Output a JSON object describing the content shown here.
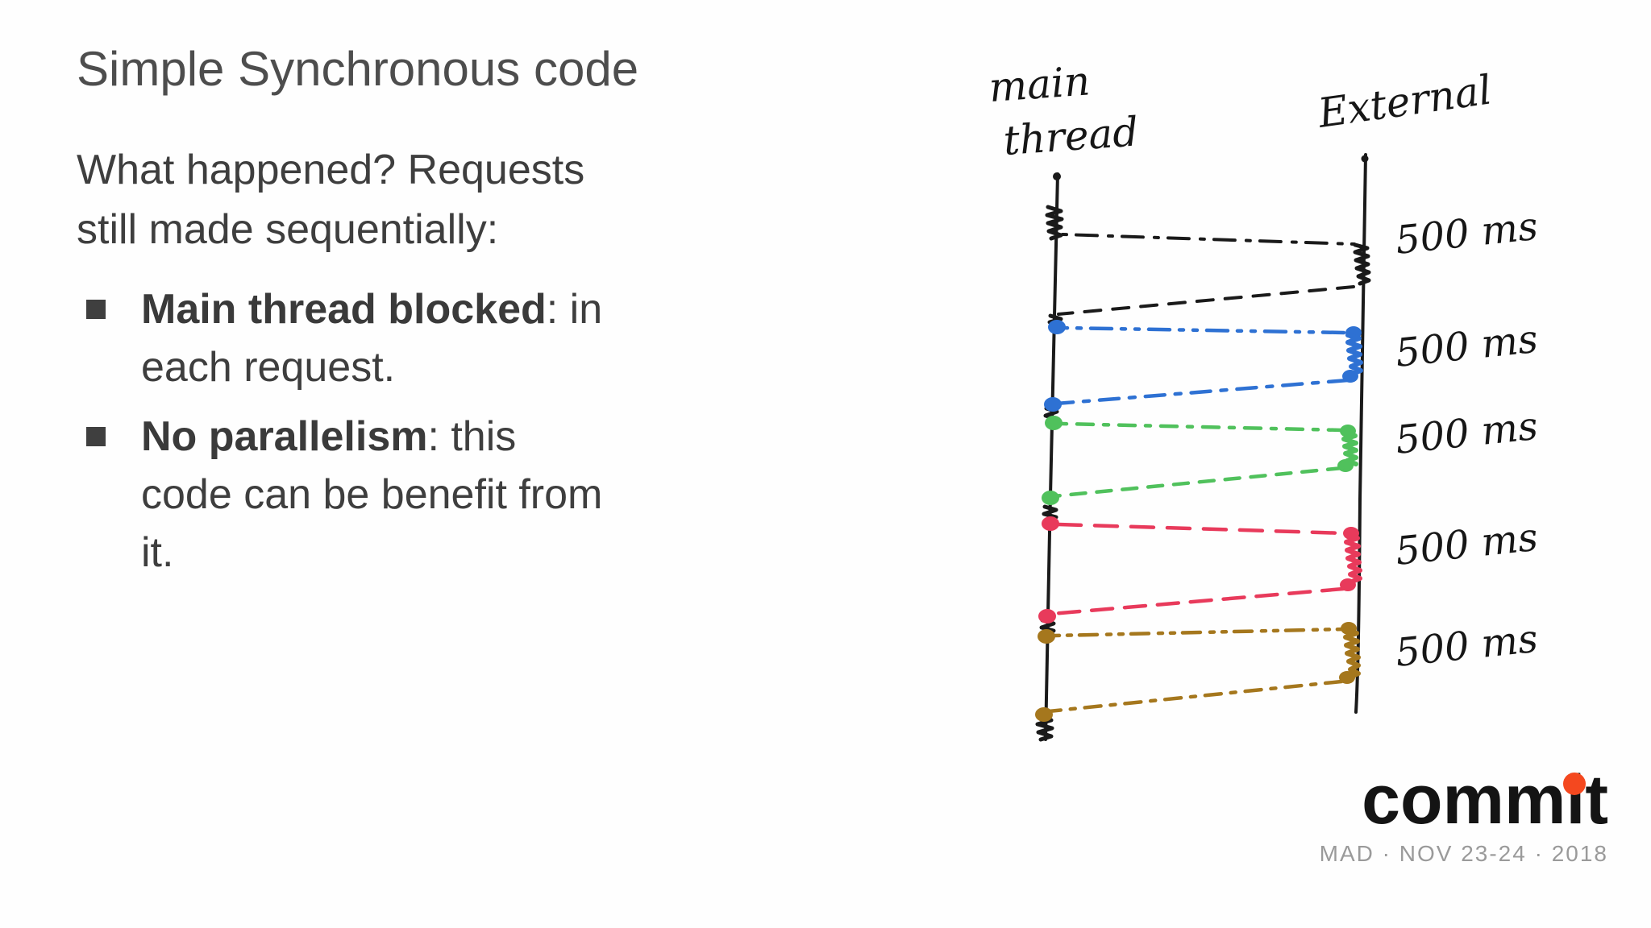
{
  "slide": {
    "title": "Simple Synchronous code",
    "intro": "What happened? Requests still made sequentially:",
    "bullets": [
      {
        "bold": "Main thread blocked",
        "rest": ": in each request."
      },
      {
        "bold": "No parallelism",
        "rest": ": this code can be benefit from it."
      }
    ]
  },
  "diagram": {
    "type": "sequence-diagram",
    "ink_color": "#1a1a1a",
    "left_lane": {
      "label_line1": "main",
      "label_line2": "thread"
    },
    "right_lane": {
      "label": "External"
    },
    "requests": [
      {
        "name": "request-1",
        "color": "#1a1a1a",
        "duration": "500 ms"
      },
      {
        "name": "request-2",
        "color": "#2e71d3",
        "duration": "500 ms"
      },
      {
        "name": "request-3",
        "color": "#50c15c",
        "duration": "500 ms"
      },
      {
        "name": "request-4",
        "color": "#e83a5b",
        "duration": "500 ms"
      },
      {
        "name": "request-5",
        "color": "#a5771d",
        "duration": "500 ms"
      }
    ]
  },
  "footer": {
    "logo_text": "commit",
    "logo_dot_color": "#f4481f",
    "tagline": "MAD · NOV 23-24 · 2018"
  }
}
